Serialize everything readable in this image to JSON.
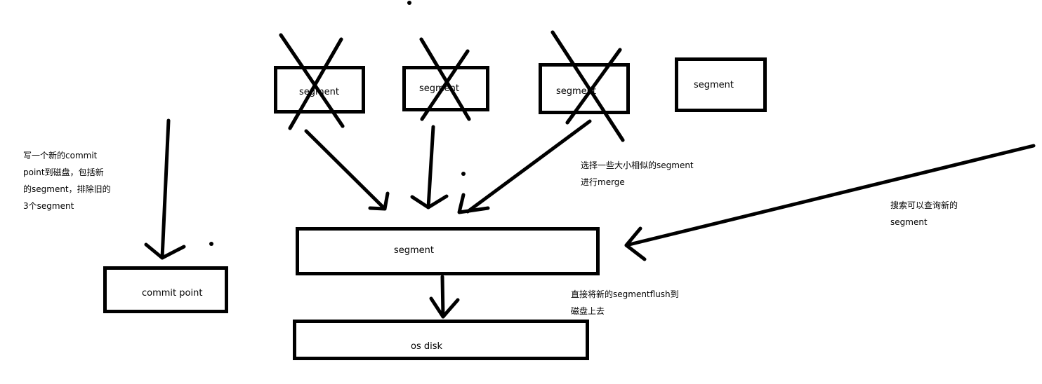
{
  "segments_top": [
    {
      "label": "segment",
      "crossed": true
    },
    {
      "label": "segment",
      "crossed": true
    },
    {
      "label": "segment",
      "crossed": true
    },
    {
      "label": "segment",
      "crossed": false
    }
  ],
  "merged_segment": {
    "label": "segment"
  },
  "commit_point": {
    "label": "commit point"
  },
  "os_disk": {
    "label": "os disk"
  },
  "notes": {
    "commit": [
      "写一个新的commit",
      "point到磁盘，包括新",
      "的segment，排除旧的",
      "3个segment"
    ],
    "merge": [
      "选择一些大小相似的segment",
      "进行merge"
    ],
    "flush": [
      "直接将新的segmentflush到",
      "磁盘上去"
    ],
    "search": [
      "搜索可以查询新的",
      "segment"
    ]
  },
  "colors": {
    "ink": "#000000",
    "background": "#ffffff"
  }
}
